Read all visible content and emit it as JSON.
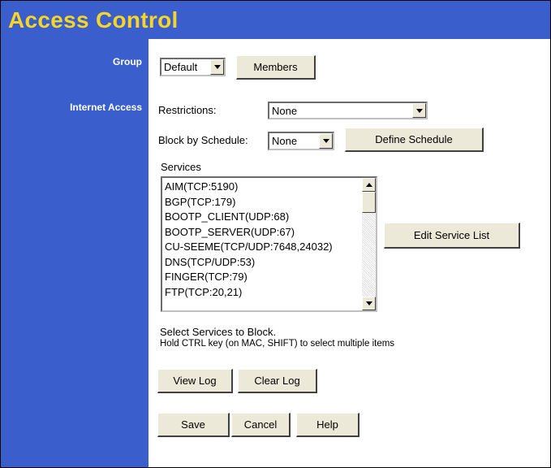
{
  "title": "Access Control",
  "sidebar": {
    "group_label": "Group",
    "internet_access_label": "Internet Access"
  },
  "group": {
    "selected": "Default",
    "members_button": "Members"
  },
  "restrictions": {
    "label": "Restrictions:",
    "selected": "None"
  },
  "schedule": {
    "label": "Block by Schedule:",
    "selected": "None",
    "define_button": "Define Schedule"
  },
  "services": {
    "label": "Services",
    "items": [
      "AIM(TCP:5190)",
      "BGP(TCP:179)",
      "BOOTP_CLIENT(UDP:68)",
      "BOOTP_SERVER(UDP:67)",
      "CU-SEEME(TCP/UDP:7648,24032)",
      "DNS(TCP/UDP:53)",
      "FINGER(TCP:79)",
      "FTP(TCP:20,21)"
    ],
    "edit_button": "Edit Service List",
    "hint_line1": "Select Services to Block.",
    "hint_line2": "Hold CTRL key (on MAC, SHIFT) to select multiple items"
  },
  "log": {
    "view_button": "View Log",
    "clear_button": "Clear Log"
  },
  "actions": {
    "save": "Save",
    "cancel": "Cancel",
    "help": "Help"
  },
  "colors": {
    "banner_blue": "#3a5fcd",
    "title_yellow": "#f5d628"
  }
}
